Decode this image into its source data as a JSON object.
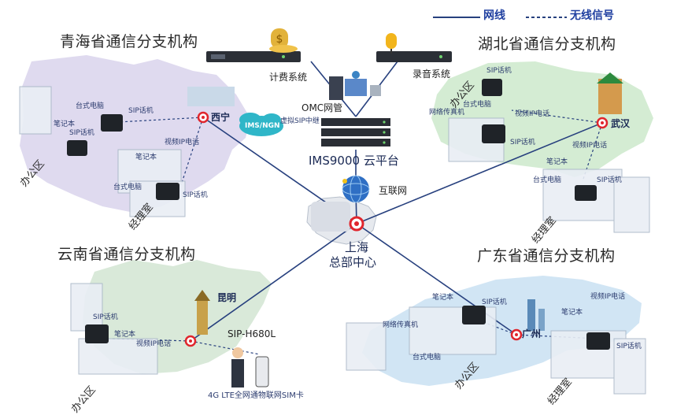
{
  "legend": {
    "wired_label": "网线",
    "wireless_label": "无线信号"
  },
  "regions": {
    "qinghai": {
      "title": "青海省通信分支机构",
      "city": "西宁",
      "labels": {
        "desktop1": "台式电脑",
        "sip1": "SIP话机",
        "notebook1": "笔记本",
        "sip2": "SIP话机",
        "video": "视频IP电话",
        "notebook2": "笔记本",
        "desktop2": "台式电脑",
        "sip3": "SIP话机"
      },
      "office": "办公区",
      "manager": "经理室"
    },
    "hubei": {
      "title": "湖北省通信分支机构",
      "city": "武汉",
      "labels": {
        "sip1": "SIP话机",
        "desktop1": "台式电脑",
        "fax": "网络传真机",
        "video1": "视频IP电话",
        "sip2": "SIP话机",
        "video2": "视频IP电话",
        "notebook": "笔记本",
        "desktop2": "台式电脑",
        "sip3": "SIP话机"
      },
      "office": "办公区",
      "manager": "经理室"
    },
    "yunnan": {
      "title": "云南省通信分支机构",
      "city": "昆明",
      "device": "SIP-H680L",
      "labels": {
        "sip": "SIP话机",
        "notebook": "笔记本",
        "video": "视频IP电话"
      },
      "sim_card": "4G LTE全网通物联网SIM卡",
      "office": "办公区"
    },
    "guangdong": {
      "title": "广东省通信分支机构",
      "city": "广州",
      "labels": {
        "notebook1": "笔记本",
        "sip1": "SIP话机",
        "fax": "网络传真机",
        "desktop": "台式电脑",
        "video": "视频IP电话",
        "notebook2": "笔记本",
        "sip2": "SIP话机"
      },
      "office": "办公区",
      "manager": "经理室"
    }
  },
  "center": {
    "hq_line1": "上海",
    "hq_line2": "总部中心",
    "internet": "互联网",
    "platform": "IMS9000 云平台",
    "billing": "计费系统",
    "recording": "录音系统",
    "omc": "OMC网管",
    "ims_cloud": "IMS/NGN",
    "virtual_trunk": "虚拟SIP中继"
  },
  "colors": {
    "line": "#27407e",
    "node": "#e0262d",
    "title": "#2a2a2a"
  }
}
